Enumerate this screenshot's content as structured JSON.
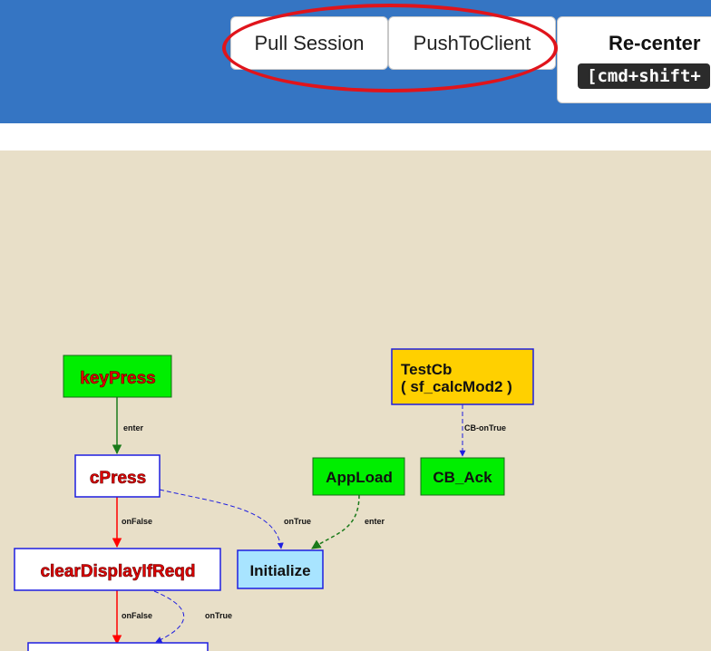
{
  "toolbar": {
    "pull_session": "Pull Session",
    "push_to_client": "PushToClient",
    "recenter": "Re-center",
    "recenter_shortcut": "[cmd+shift+"
  },
  "graph": {
    "nodes": {
      "keypress": "keyPress",
      "cpress": "cPress",
      "clear_display": "clearDisplayIfReqd",
      "initialize": "Initialize",
      "appload": "AppLoad",
      "testcb_line1": "TestCb",
      "testcb_line2": "( sf_calcMod2 )",
      "cb_ack": "CB_Ack"
    },
    "edges": {
      "keypress_cpress": "enter",
      "cpress_clear": "onFalse",
      "cpress_initialize": "onTrue",
      "appload_initialize": "enter",
      "testcb_cback": "CB-onTrue",
      "clear_next_false": "onFalse",
      "clear_next_true": "onTrue"
    }
  },
  "colors": {
    "topbar": "#3575c3",
    "canvas": "#e8dfc8",
    "annotation": "#e0141b",
    "node_green": "#00ee00",
    "node_white": "#ffffff",
    "node_lightblue": "#a8e4ff",
    "node_gold": "#ffd000",
    "edge_green": "#1a7a1a",
    "edge_red": "#ff0000",
    "edge_blue": "#1e1ee0",
    "label_red": "#e00000"
  }
}
